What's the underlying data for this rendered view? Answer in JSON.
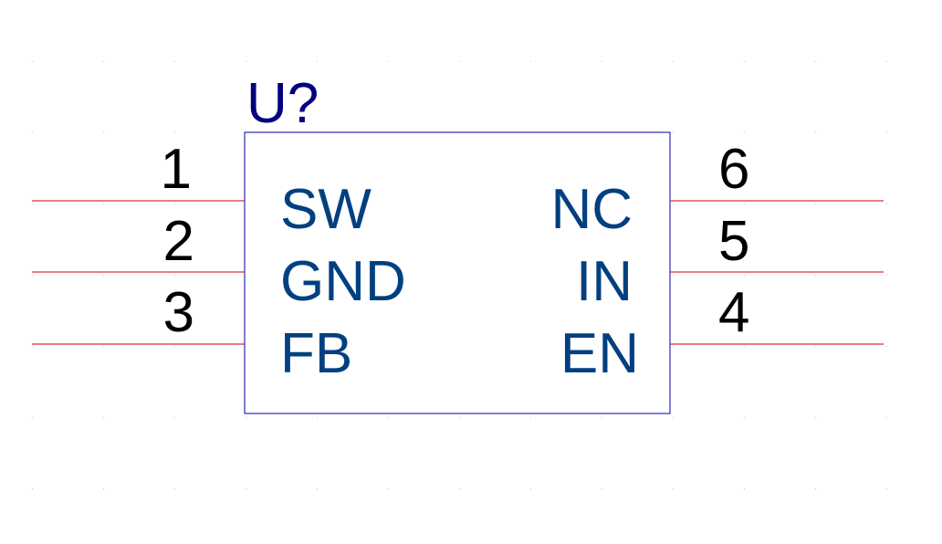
{
  "component": {
    "designator": "U?",
    "body_color": "#0000aa",
    "designator_color": "#000080",
    "pin_name_color": "#004080",
    "pin_number_color": "#000000",
    "pin_line_color": "#cc0000",
    "grid_dot_color": "#c8c8c8",
    "left_pins": [
      {
        "number": "1",
        "name": "SW"
      },
      {
        "number": "2",
        "name": "GND"
      },
      {
        "number": "3",
        "name": "FB"
      }
    ],
    "right_pins": [
      {
        "number": "6",
        "name": "NC"
      },
      {
        "number": "5",
        "name": "IN"
      },
      {
        "number": "4",
        "name": "EN"
      }
    ]
  }
}
